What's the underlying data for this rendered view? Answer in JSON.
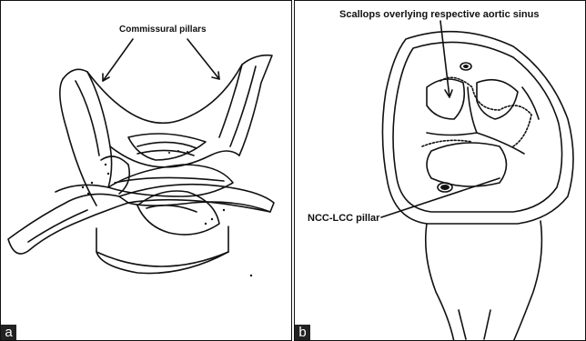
{
  "figure": {
    "panel_a": {
      "letter": "a",
      "label": "Commissural pillars"
    },
    "panel_b": {
      "letter": "b",
      "label_top": "Scallops overlying respective aortic sinus",
      "label_bottom": "NCC-LCC pillar"
    }
  }
}
